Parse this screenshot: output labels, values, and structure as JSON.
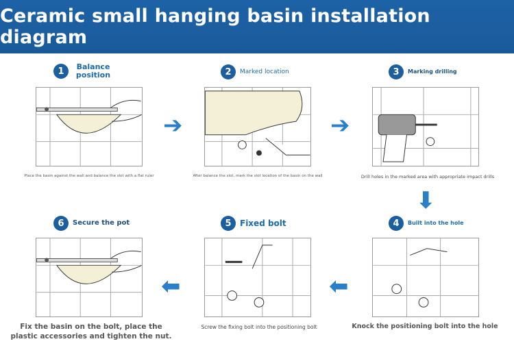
{
  "title": "Ceramic small hanging basin installation diagram",
  "accent": "#1b5f9e",
  "steps": [
    {
      "num": "1",
      "label": "Balance position",
      "caption": "Place the basin against the wall and balance the slot with a flat ruler"
    },
    {
      "num": "2",
      "label": "Marked location",
      "caption": "After balance the slot, mark the slot location of the basin on the wall"
    },
    {
      "num": "3",
      "label": "Marking drilling",
      "caption": "Drill holes in the marked area with appropriate impact drills"
    },
    {
      "num": "4",
      "label": "Built into the hole",
      "caption": "Knock the positioning bolt into the hole"
    },
    {
      "num": "5",
      "label": "Fixed bolt",
      "caption": "Screw the fixing bolt into the positioning bolt"
    },
    {
      "num": "6",
      "label": "Secure the pot",
      "caption": "Fix the basin on the bolt, place the plastic accessories and tighten the nut."
    }
  ],
  "arrows": {
    "right": "➔",
    "down": "⬇",
    "left": "⬅"
  }
}
